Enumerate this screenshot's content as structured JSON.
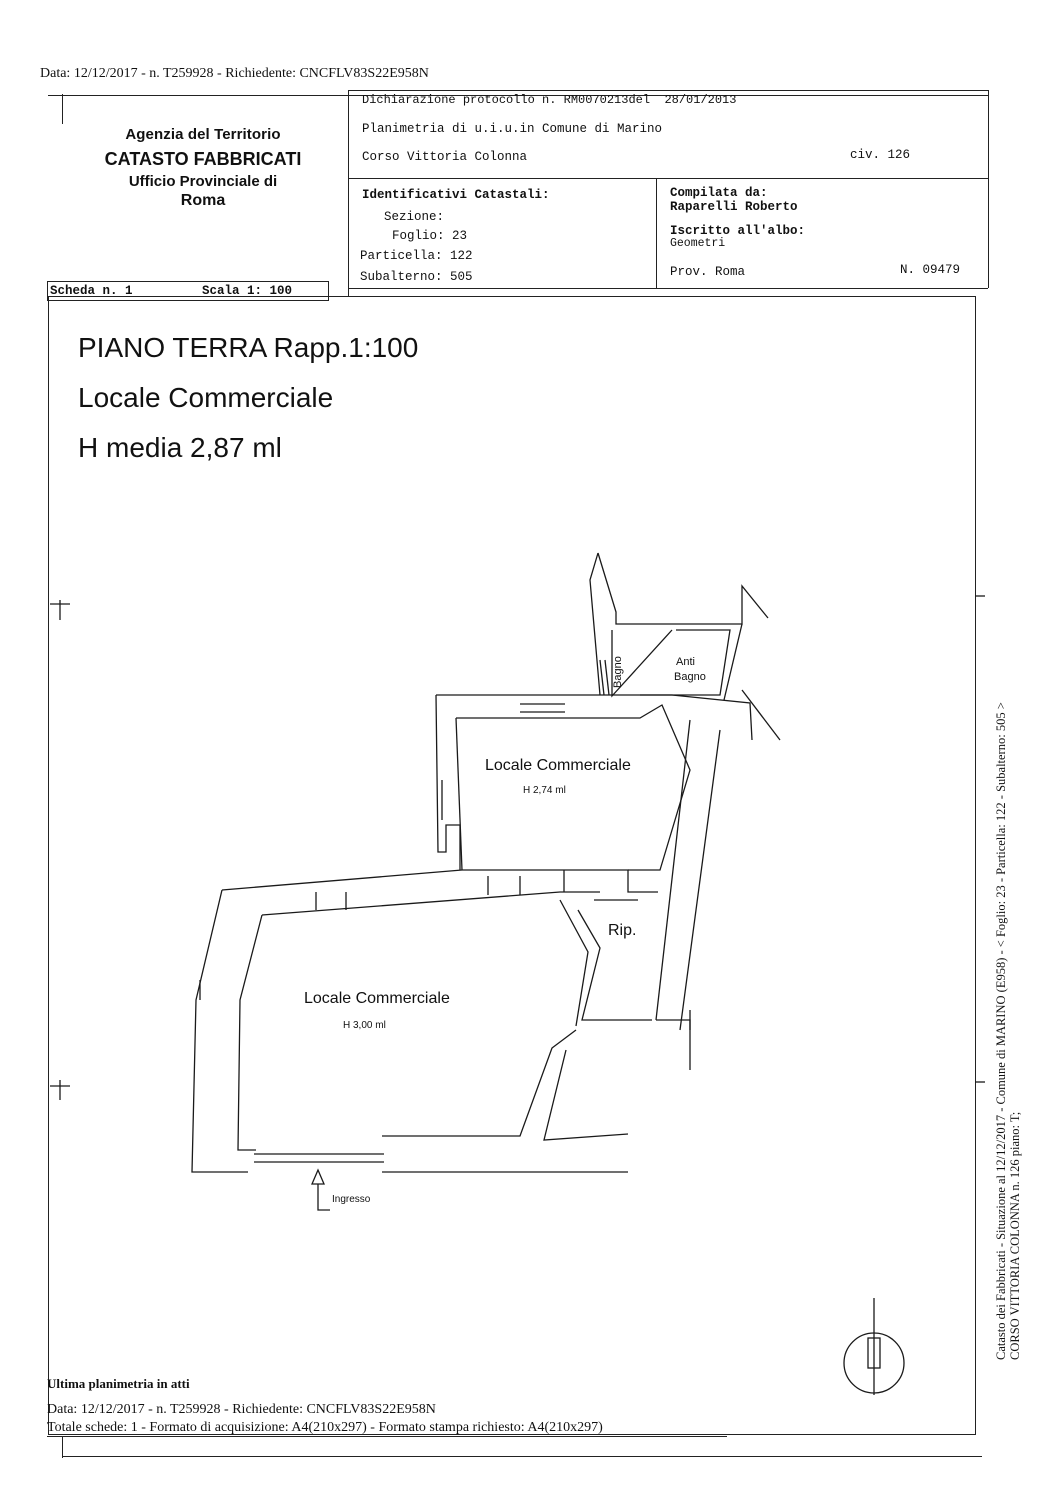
{
  "header": {
    "request_line": "Data: 12/12/2017 - n. T259928 - Richiedente: CNCFLV83S22E958N",
    "office": {
      "line1": "Agenzia del Territorio",
      "line2": "CATASTO FABBRICATI",
      "line3": "Ufficio Provinciale di",
      "line4": "Roma"
    },
    "protocol": "Dichiarazione protocollo n. RM0070213del  28/01/2013",
    "planimetry": "Planimetria di u.i.u.in Comune di Marino",
    "address": "Corso Vittoria Colonna",
    "civic": "civ. 126",
    "identifiers": {
      "title": "Identificativi Catastali:",
      "sezione": "Sezione:",
      "foglio": "Foglio: 23",
      "particella": "Particella: 122",
      "subalterno": "Subalterno: 505"
    },
    "compiler": {
      "label": "Compilata da:",
      "name": "Raparelli Roberto",
      "albo_label": "Iscritto all'albo:",
      "albo": "Geometri",
      "prov": "Prov. Roma",
      "number": "N. 09479"
    },
    "scheda": "Scheda n. 1",
    "scala": "Scala 1: 100"
  },
  "plan": {
    "title1": "PIANO TERRA Rapp.1:100",
    "title2": "Locale Commerciale",
    "title3": "H media 2,87 ml",
    "rooms": {
      "bagno": "Bagno",
      "antibagno_1": "Anti",
      "antibagno_2": "Bagno",
      "upper_label": "Locale Commerciale",
      "upper_height": "H 2,74 ml",
      "rip": "Rip.",
      "lower_label": "Locale Commerciale",
      "lower_height": "H 3,00 ml",
      "ingresso": "Ingresso"
    }
  },
  "side_text": {
    "line1": "Catasto dei Fabbricati - Situazione al 12/12/2017 - Comune di MARINO (E958) - < Foglio: 23 - Particella: 122 - Subalterno: 505 >",
    "line2": "CORSO VITTORIA COLONNA n. 126 piano: T;"
  },
  "footer": {
    "last": "Ultima planimetria in atti",
    "request_line": "Data: 12/12/2017 - n. T259928 - Richiedente: CNCFLV83S22E958N",
    "totals": "Totale schede: 1 - Formato di acquisizione: A4(210x297)  - Formato stampa richiesto: A4(210x297)"
  }
}
